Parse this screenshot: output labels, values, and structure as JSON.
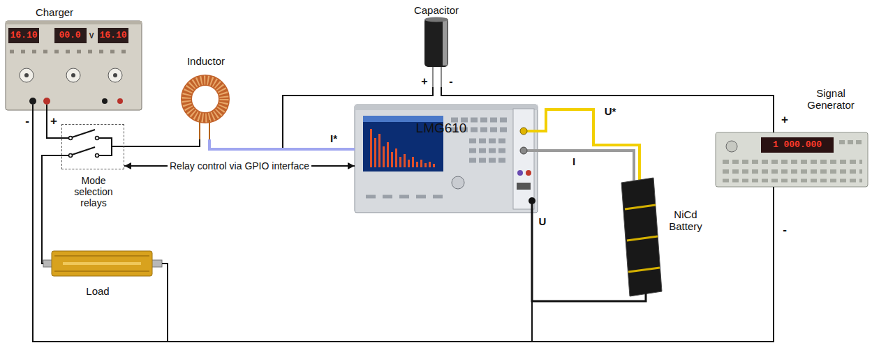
{
  "diagram": {
    "nodes": [
      {
        "text": [
          "Charger"
        ]
      },
      {
        "text": [
          "Capacitor"
        ]
      },
      {
        "text": [
          "Inductor"
        ]
      },
      {
        "text": [
          "Signal Generator"
        ]
      },
      {
        "text": [
          "Mode selection relays"
        ]
      },
      {
        "text": [
          "LMG610"
        ]
      },
      {
        "text": [
          "NiCd Battery"
        ]
      },
      {
        "text": [
          "Load"
        ]
      }
    ],
    "edges": [
      {
        "from": 0,
        "to": 4,
        "arrow": "none"
      },
      {
        "from": 4,
        "to": 2,
        "arrow": "none"
      },
      {
        "from": 2,
        "to": 5,
        "arrow": "none",
        "label": "I*"
      },
      {
        "from": 2,
        "to": 1,
        "arrow": "none"
      },
      {
        "from": 1,
        "to": 3,
        "arrow": "none"
      },
      {
        "from": 4,
        "to": 5,
        "arrow": "both",
        "label": "Relay control via GPIO interface"
      },
      {
        "from": 5,
        "to": 6,
        "arrow": "none",
        "label": "U*"
      },
      {
        "from": 5,
        "to": 6,
        "arrow": "none",
        "label": "I"
      },
      {
        "from": 5,
        "to": 6,
        "arrow": "none",
        "label": "U"
      },
      {
        "from": 4,
        "to": 7,
        "arrow": "none"
      },
      {
        "from": 0,
        "to": 7,
        "arrow": "none"
      },
      {
        "from": 7,
        "to": 6,
        "arrow": "none"
      },
      {
        "from": 6,
        "to": 3,
        "arrow": "none"
      }
    ],
    "labels": [
      "-",
      "+",
      "16.10",
      "00.0",
      "V",
      "16.10",
      "+",
      "-",
      "+",
      "1 000.000",
      "-"
    ]
  }
}
